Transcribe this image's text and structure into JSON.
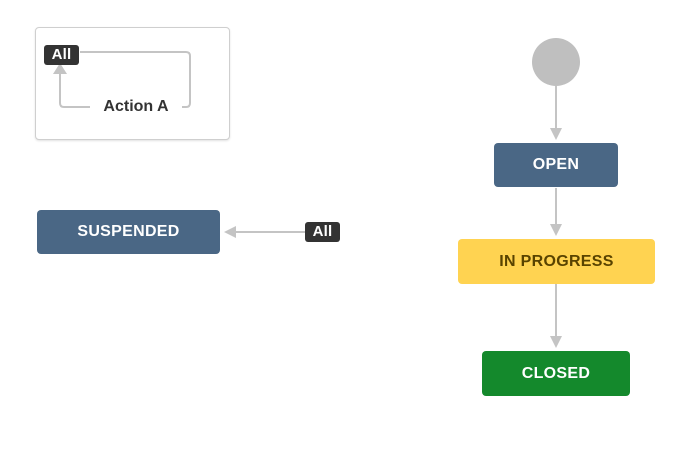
{
  "diagram": {
    "global_transition": {
      "from_label": "All",
      "action_label": "Action A"
    },
    "suspended_transition": {
      "from_label": "All"
    },
    "statuses": {
      "open": {
        "label": "OPEN",
        "color": "#4a6785"
      },
      "in_progress": {
        "label": "IN PROGRESS",
        "color": "#ffd351",
        "text_color": "#594300"
      },
      "closed": {
        "label": "CLOSED",
        "color": "#14892c"
      },
      "suspended": {
        "label": "SUSPENDED",
        "color": "#4a6785"
      }
    },
    "colors": {
      "connector": "#c4c4c4",
      "start_node": "#bfbfbf",
      "lozenge": "#333333"
    }
  }
}
